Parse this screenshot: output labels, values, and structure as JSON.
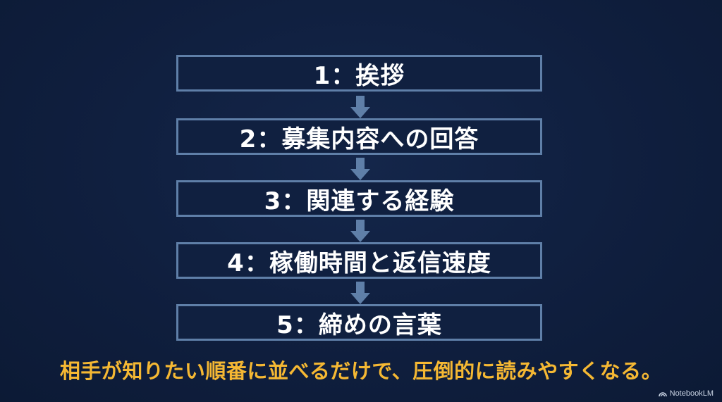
{
  "steps": [
    {
      "label": "1：挨拶"
    },
    {
      "label": "2：募集内容への回答"
    },
    {
      "label": "3：関連する経験"
    },
    {
      "label": "4：稼働時間と返信速度"
    },
    {
      "label": "5：締めの言葉"
    }
  ],
  "caption": "相手が知りたい順番に並べるだけで、圧倒的に読みやすくなる。",
  "watermark": {
    "text": "NotebookLM",
    "icon": "notebooklm-logo-icon"
  },
  "colors": {
    "background": "#0f1e3d",
    "box_border": "#5f7fa8",
    "arrow": "#5f7fa8",
    "step_text": "#ffffff",
    "caption": "#f5b833"
  }
}
